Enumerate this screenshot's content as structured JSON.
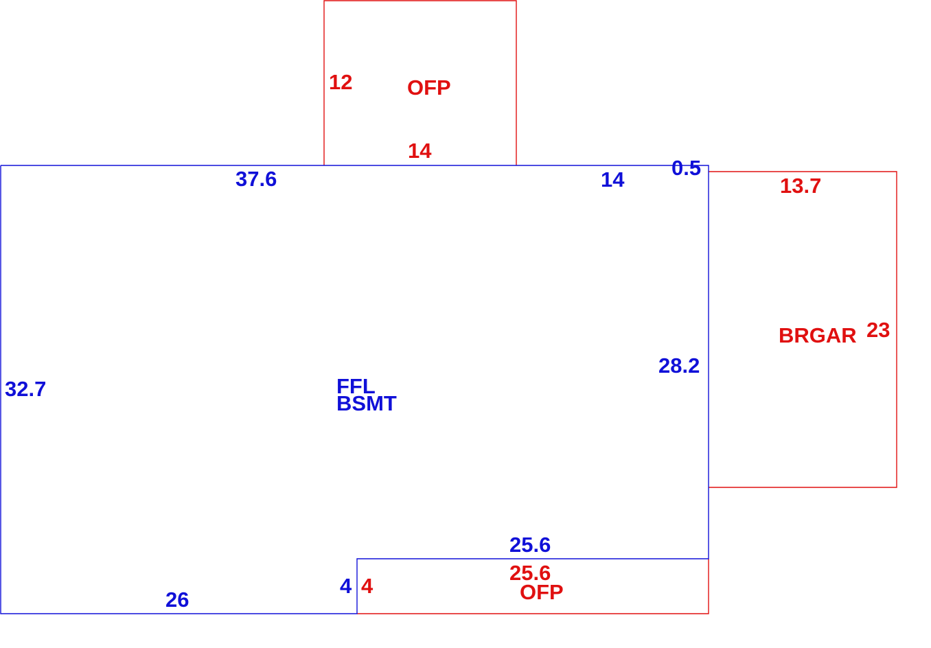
{
  "colors": {
    "main_structure": "#1010d8",
    "attached_areas": "#e01010",
    "background": "#ffffff"
  },
  "main_area": {
    "labels": [
      "FFL",
      "BSMT"
    ],
    "dimensions": {
      "top_left": "37.6",
      "top_right": "14",
      "top_jog": "0.5",
      "left": "32.7",
      "right": "28.2",
      "inner_top": "25.6",
      "inner_left": "4",
      "bottom": "26"
    }
  },
  "porch_top": {
    "label": "OFP",
    "dimensions": {
      "side": "12",
      "bottom": "14"
    }
  },
  "garage": {
    "label": "BRGAR",
    "dimensions": {
      "top": "13.7",
      "side": "23"
    }
  },
  "porch_bottom": {
    "label": "OFP",
    "dimensions": {
      "top": "25.6",
      "side": "4"
    }
  }
}
